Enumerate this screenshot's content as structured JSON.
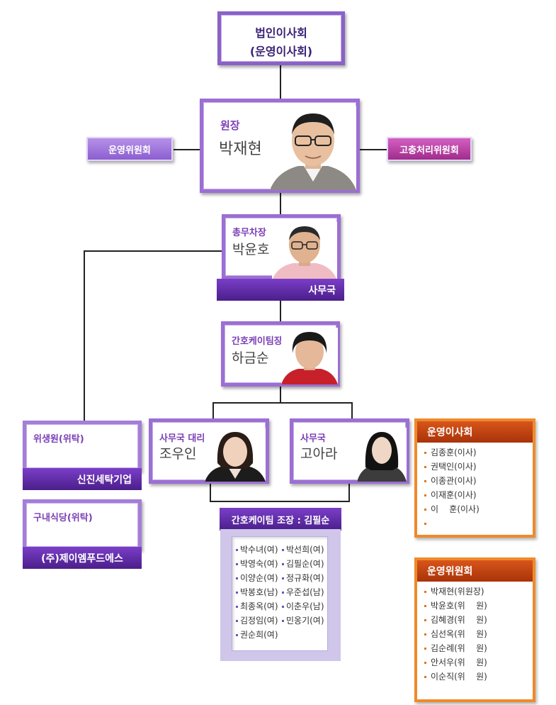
{
  "board": {
    "title": "법인이사회",
    "subtitle": "(운영이사회)"
  },
  "director": {
    "role": "원장",
    "name": "박재현"
  },
  "committee_left": {
    "label": "운영위원회"
  },
  "committee_right": {
    "label": "고충처리위원회"
  },
  "general_manager": {
    "role": "총무차장",
    "name": "박윤호",
    "department": "사무국"
  },
  "nursing_lead": {
    "role": "간호케이팀장",
    "name": "하금순"
  },
  "office_staff": [
    {
      "role": "사무국 대리",
      "name": "조우인"
    },
    {
      "role": "사무국",
      "name": "고아라"
    }
  ],
  "hygiene": {
    "title": "위생원(위탁)",
    "company": "신진세탁기업"
  },
  "cafeteria": {
    "title": "구내식당(위탁)",
    "company": "(주)제이엠푸드에스"
  },
  "care_team": {
    "header": "간호케이팀 조장 : 김필순",
    "members": [
      "박수녀(여)",
      "박선희(여)",
      "박영숙(여)",
      "김필순(여)",
      "이양순(여)",
      "정규화(여)",
      "박봉호(남)",
      "우준섭(남)",
      "최종옥(여)",
      "이춘우(남)",
      "김정임(여)",
      "민옹기(여)",
      "권순희(여)"
    ]
  },
  "operating_board": {
    "title": "운영이사회",
    "members": [
      "김종훈(이사)",
      "권택인(이사)",
      "이종관(이사)",
      "이재훈(이사)",
      "이    훈(이사)",
      ""
    ]
  },
  "operating_committee": {
    "title": "운영위원회",
    "members": [
      "박재현(위원장)",
      "박윤호(위    원)",
      "김혜경(위    원)",
      "심선옥(위    원)",
      "김순례(위    원)",
      "안서우(위    원)",
      "이순직(위    원)"
    ]
  },
  "colors": {
    "frame_purple": "#9b6fd3",
    "bar_purple": "#5a2a9c",
    "accent_orange": "#f08a2a",
    "orange_header": "#c2420f",
    "committee_left": "#9b6fd3",
    "committee_right": "#b0379a"
  }
}
